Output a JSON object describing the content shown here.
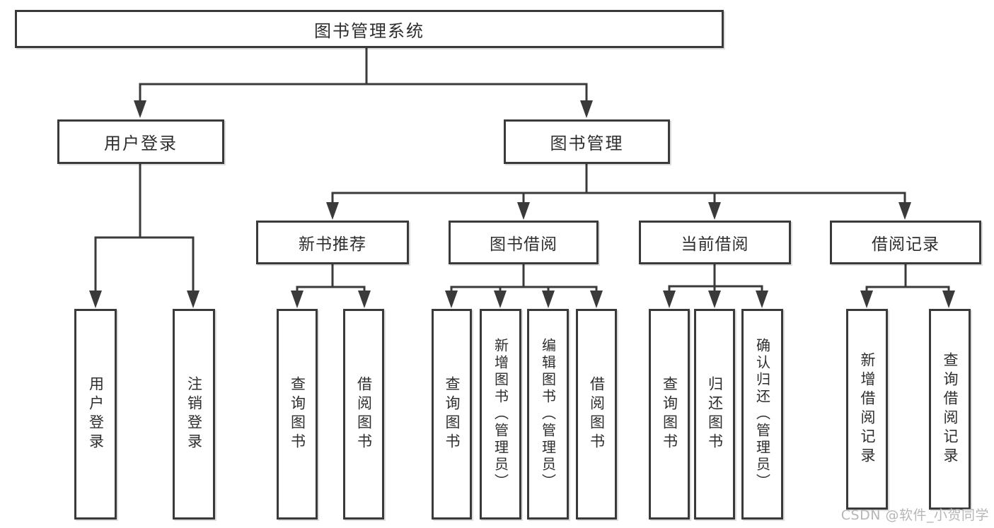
{
  "tree": {
    "root": {
      "label": "图书管理系统"
    },
    "branches": [
      {
        "label": "用户登录",
        "children": [
          {
            "label": "用户登录"
          },
          {
            "label": "注销登录"
          }
        ]
      },
      {
        "label": "图书管理",
        "children": [
          {
            "label": "新书推荐",
            "children": [
              {
                "label": "查询图书"
              },
              {
                "label": "借阅图书"
              }
            ]
          },
          {
            "label": "图书借阅",
            "children": [
              {
                "label": "查询图书"
              },
              {
                "label": "新增图书（管理员）"
              },
              {
                "label": "编辑图书（管理员）"
              },
              {
                "label": "借阅图书"
              }
            ]
          },
          {
            "label": "当前借阅",
            "children": [
              {
                "label": "查询图书"
              },
              {
                "label": "归还图书"
              },
              {
                "label": "确认归还（管理员）"
              }
            ]
          },
          {
            "label": "借阅记录",
            "children": [
              {
                "label": "新增借阅记录"
              },
              {
                "label": "查询借阅记录"
              }
            ]
          }
        ]
      }
    ]
  },
  "watermark": "CSDN @软件_小贺同学",
  "colors": {
    "line": "#3a3a3a",
    "text": "#2e2e2e",
    "background": "#ffffff",
    "watermark": "#b0b0b0"
  }
}
